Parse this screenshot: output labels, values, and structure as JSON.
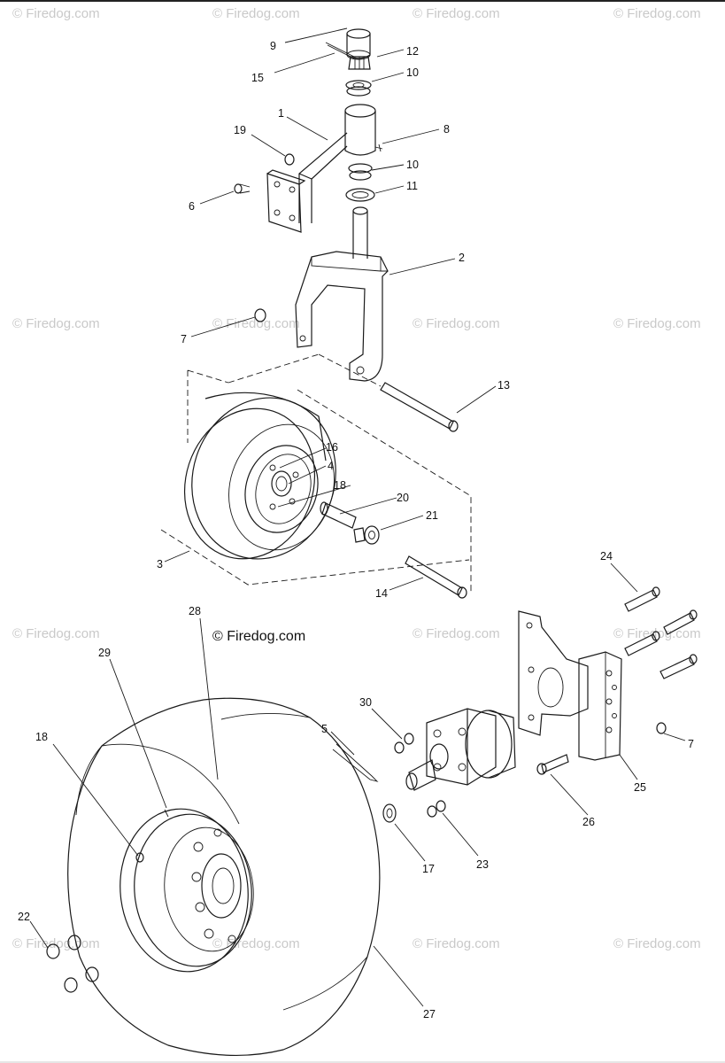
{
  "watermark": "© Firedog.com",
  "copyright": "© Firedog.com",
  "callouts": [
    "9",
    "12",
    "15",
    "10",
    "1",
    "8",
    "19",
    "10",
    "6",
    "11",
    "2",
    "7",
    "13",
    "16",
    "4",
    "18",
    "20",
    "21",
    "3",
    "14",
    "24",
    "28",
    "29",
    "30",
    "5",
    "7",
    "18",
    "25",
    "26",
    "17",
    "23",
    "22",
    "27"
  ]
}
